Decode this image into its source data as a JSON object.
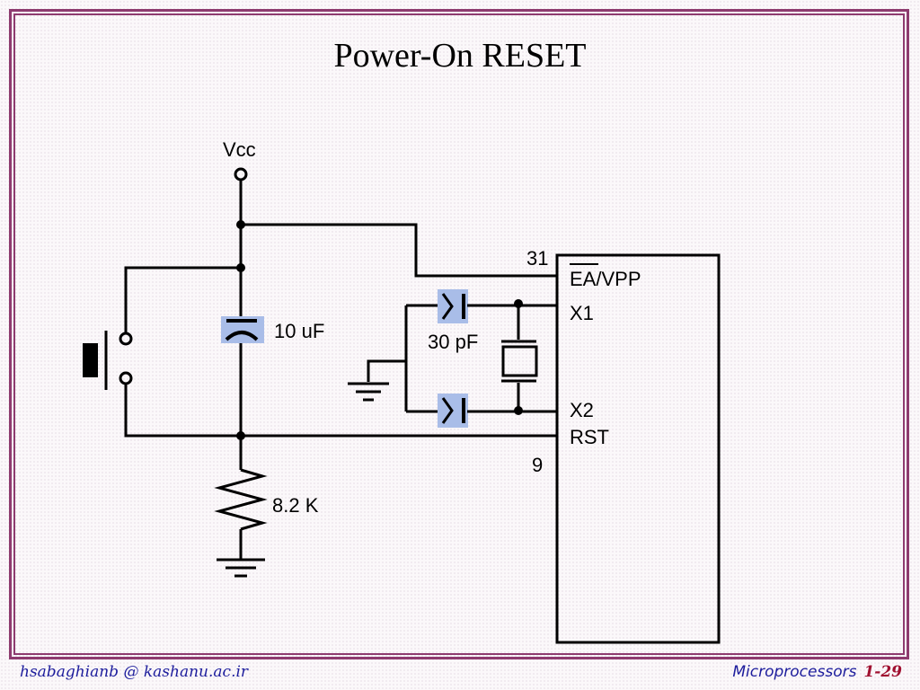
{
  "slide": {
    "title": "Power-On RESET",
    "footer_left": "hsabaghianb @ kashanu.ac.ir",
    "footer_course": "Microprocessors",
    "footer_page": "1-29"
  },
  "circuit": {
    "vcc_label": "Vcc",
    "capacitor_label": "10 uF",
    "resistor_label": "8.2 K",
    "crystal_cap_label": "30 pF",
    "pin_31": "31",
    "pin_9": "9",
    "chip_pins": {
      "ea": "EA",
      "vpp_suffix": "/VPP",
      "x1": "X1",
      "x2": "X2",
      "rst": "RST"
    }
  },
  "colors": {
    "frame": "#8e3b6f",
    "highlight": "#a9bde8",
    "footer_text": "#1c1c9c",
    "page_number": "#a01030"
  },
  "icons": [
    "push-button-icon",
    "capacitor-icon",
    "resistor-icon",
    "ground-icon",
    "crystal-icon"
  ]
}
